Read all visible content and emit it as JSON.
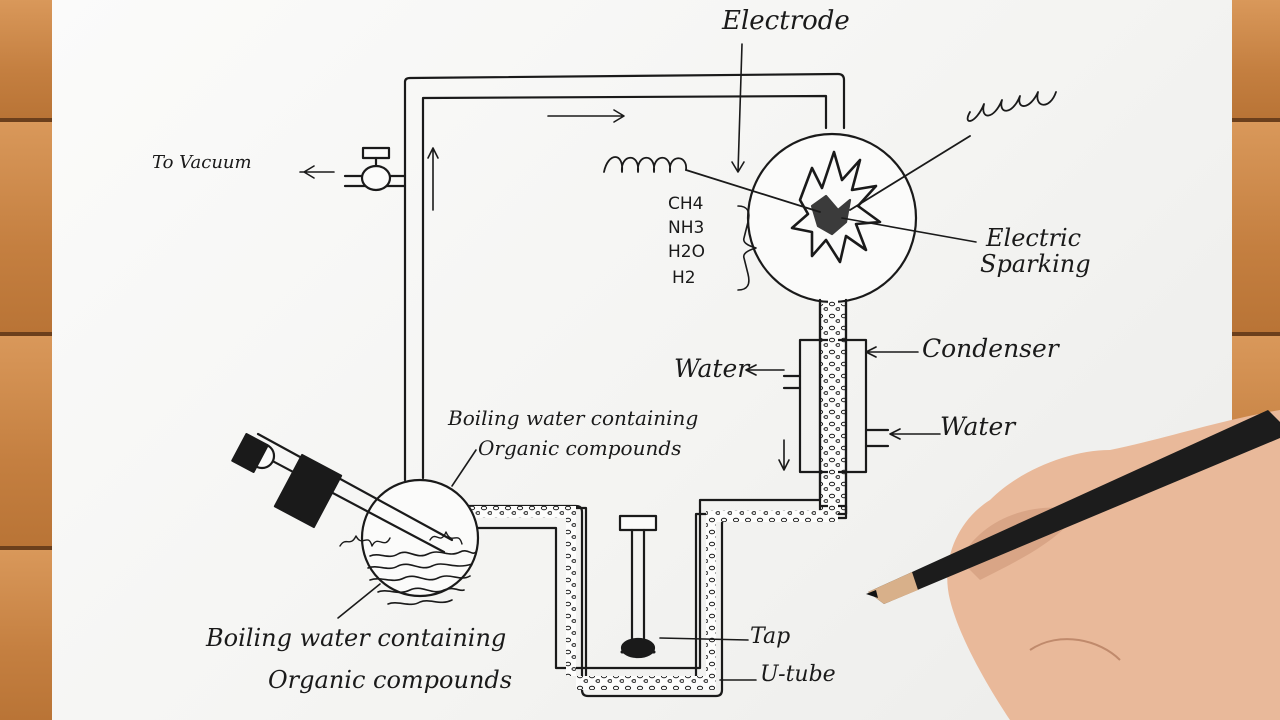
{
  "labels": {
    "electrode": "Electrode",
    "to_vacuum": "To Vacuum",
    "electric": "Electric",
    "sparking": "Sparking",
    "condenser": "Condenser",
    "water_out": "Water",
    "water_in": "Water",
    "boiling_upper_1": "Boiling water containing",
    "boiling_upper_2": "Organic compounds",
    "boiling_lower_1": "Boiling water containing",
    "boiling_lower_2": "Organic compounds",
    "tap": "Tap",
    "u_tube": "U-tube"
  },
  "gases": [
    "CH4",
    "NH3",
    "H2O",
    "H2"
  ],
  "colors": {
    "ink": "#1a1a1a",
    "paper": "#f6f6f4",
    "wood": "#c98a4e",
    "pencil": "#1c1c1c",
    "skin": "#e9b99a"
  }
}
